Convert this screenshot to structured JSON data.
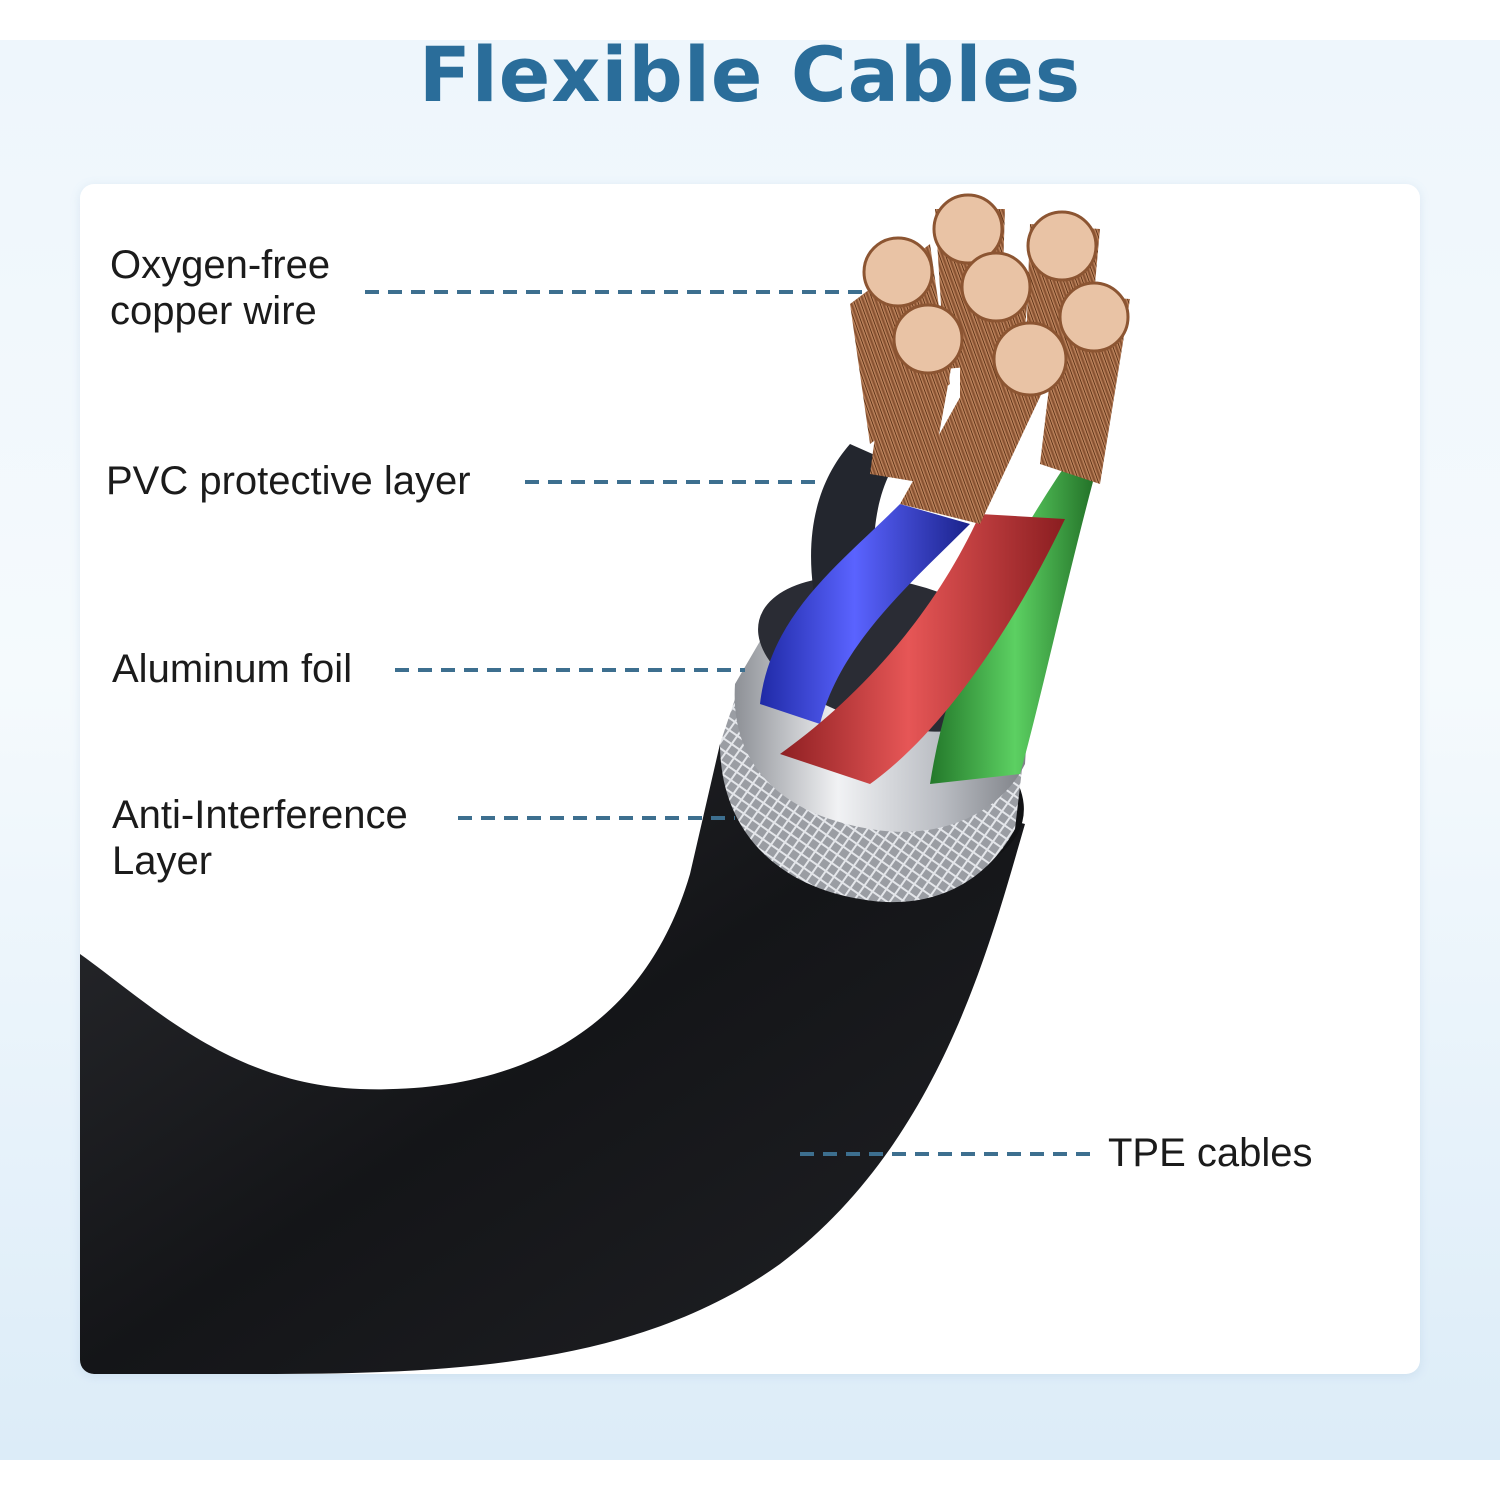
{
  "title": "Flexible Cables",
  "colors": {
    "title": "#2a6d9a",
    "leader": "#3d6f8f",
    "jacket": "#1c1d20",
    "copper": "#b8764a",
    "blue": "#2d37c8",
    "red": "#c23434",
    "green": "#3aa13f",
    "foil": "#c9ccd2"
  },
  "callouts": [
    {
      "id": "oxygen-free-copper-wire",
      "text": "Oxygen-free\ncopper wire"
    },
    {
      "id": "pvc-protective-layer",
      "text": "PVC protective layer"
    },
    {
      "id": "aluminum-foil",
      "text": "Aluminum foil"
    },
    {
      "id": "anti-interference-layer",
      "text": "Anti-Interference\nLayer"
    },
    {
      "id": "tpe-cables",
      "text": "TPE cables"
    }
  ]
}
